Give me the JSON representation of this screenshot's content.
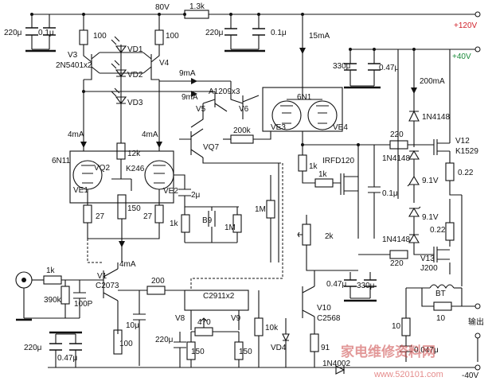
{
  "rails": {
    "plus120": "+120V",
    "plus40": "+40V",
    "minus40": "-40V",
    "v80": "80V",
    "colors": {
      "plus120": "#d0202a",
      "plus40": "#1a8a3a",
      "minus40": "#111111"
    }
  },
  "currents": {
    "i15mA": "15mA",
    "i9mA_a": "9mA",
    "i9mA_b": "9mA",
    "i4mA_a": "4mA",
    "i4mA_b": "4mA",
    "i4mA_c": "4mA",
    "i200mA": "200mA"
  },
  "resistors": {
    "r1_3k": "1.3k",
    "r100_a": "100",
    "r100_b": "100",
    "r12k": "12k",
    "r150_a": "150",
    "r27_a": "27",
    "r27_b": "27",
    "r1k_a": "1k",
    "r1M_a": "1M",
    "r1M_b": "1M",
    "r200k": "200k",
    "r1k_b": "1k",
    "r1k_c": "1k",
    "r2k": "2k",
    "r220_a": "220",
    "r220_b": "220",
    "r022_a": "0.22",
    "r022_b": "0.22",
    "r1k_in": "1k",
    "r390k": "390k",
    "r200": "200",
    "r470": "470",
    "r150_b": "150",
    "r150_c": "150",
    "r100_c": "100",
    "r10k": "10k",
    "r91": "91",
    "r10_a": "10",
    "r10_b": "10",
    "r89": "B9"
  },
  "capacitors": {
    "c220u_a": "220μ",
    "c01u_a": "0.1μ",
    "c220u_b": "220μ",
    "c01u_b": "0.1μ",
    "c330u_a": "330μ",
    "c047u_a": "0.47μ",
    "c2u": "2μ",
    "c01u_c": "0.1μ",
    "c100p": "100P",
    "c10u": "10μ",
    "c220u_c": "220μ",
    "c047u_b": "0.47μ",
    "c330u_b": "330μ",
    "c220u_d": "220μ",
    "c047u_c": "0.47μ",
    "c0047u": "0.047μ"
  },
  "parts": {
    "v3": "V3",
    "v3type": "2N5401x2",
    "v4": "V4",
    "vd1": "VD1",
    "vd2": "VD2",
    "vd3": "VD3",
    "v5": "V5",
    "v6": "V6",
    "a1209": "A1209x3",
    "n6n1": "6N1",
    "ve3": "VE3",
    "ve4": "VE4",
    "n6n11": "6N11",
    "vq2": "VQ2",
    "ve1": "VE1",
    "ve2": "VE2",
    "k246": "K246",
    "vq7": "VQ7",
    "irfd120": "IRFD120",
    "d1n4148_a": "1N4148",
    "d1n4148_b": "1N4148",
    "d1n4148_c": "1N4148",
    "z91_a": "9.1V",
    "z91_b": "9.1V",
    "v12": "V12",
    "k1529": "K1529",
    "v13": "V13",
    "j200": "J200",
    "v1": "V1",
    "c2073": "C2073",
    "v8": "V8",
    "v9": "V9",
    "c2911": "C2911x2",
    "v10": "V10",
    "c2568": "C2568",
    "vd4": "VD4",
    "d1n4002": "1N4002",
    "bt": "BT"
  },
  "io": {
    "output_label": "输出"
  },
  "watermark": {
    "text": "家电维修资料网",
    "url": "www.520101.com"
  }
}
